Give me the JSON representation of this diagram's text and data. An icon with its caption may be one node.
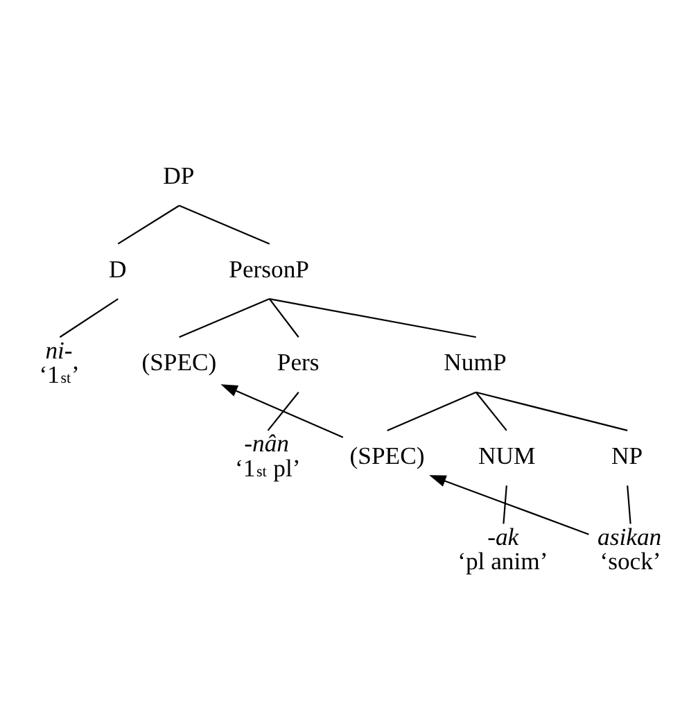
{
  "diagram": {
    "nodes": [
      {
        "text": [
          "DP"
        ]
      },
      {
        "text": [
          "D"
        ]
      },
      {
        "text": [
          "PersonP"
        ]
      },
      {
        "text": [
          "*ni-*",
          "‘1$^{st}$’"
        ]
      },
      {
        "text": [
          "(SPEC)"
        ]
      },
      {
        "text": [
          "Pers"
        ]
      },
      {
        "text": [
          "NumP"
        ]
      },
      {
        "text": [
          "*-nân*",
          "‘1$^{st}$ pl’"
        ]
      },
      {
        "text": [
          "(SPEC)"
        ]
      },
      {
        "text": [
          "NUM"
        ]
      },
      {
        "text": [
          "NP"
        ]
      },
      {
        "text": [
          "*-ak*",
          "‘pl anim’"
        ]
      },
      {
        "text": [
          "*asikan*",
          "‘sock’"
        ]
      }
    ],
    "edges": [
      {
        "from": 0,
        "to": 1,
        "arrow": "none"
      },
      {
        "from": 0,
        "to": 2,
        "arrow": "none"
      },
      {
        "from": 1,
        "to": 3,
        "arrow": "none"
      },
      {
        "from": 2,
        "to": 4,
        "arrow": "none"
      },
      {
        "from": 2,
        "to": 5,
        "arrow": "none"
      },
      {
        "from": 2,
        "to": 6,
        "arrow": "none"
      },
      {
        "from": 5,
        "to": 7,
        "arrow": "none"
      },
      {
        "from": 6,
        "to": 8,
        "arrow": "none"
      },
      {
        "from": 6,
        "to": 9,
        "arrow": "none"
      },
      {
        "from": 6,
        "to": 10,
        "arrow": "none"
      },
      {
        "from": 9,
        "to": 11,
        "arrow": "none"
      },
      {
        "from": 10,
        "to": 12,
        "arrow": "none"
      },
      {
        "from": 12,
        "to": 8,
        "arrow": "to"
      },
      {
        "from": 8,
        "to": 4,
        "arrow": "to"
      }
    ]
  }
}
